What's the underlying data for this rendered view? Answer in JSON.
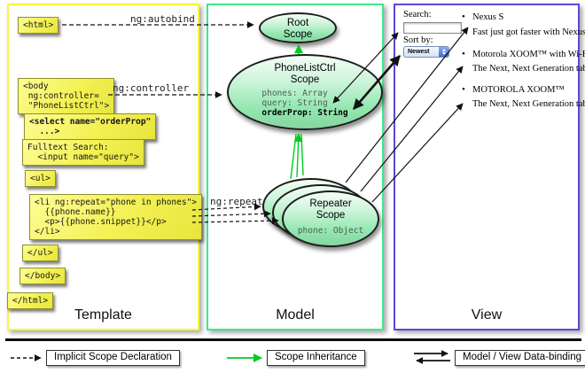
{
  "colors": {
    "template_border": "#f6f63a",
    "model_border": "#3ce98e",
    "view_border": "#5a48d8",
    "code_box_yellow": "#f3f154",
    "scope_fill_green": "#93e7b0",
    "inheritance_arrow_green": "#00cc22"
  },
  "columns": {
    "template_label": "Template",
    "model_label": "Model",
    "view_label": "View"
  },
  "edges": {
    "autobind": "ng:autobind",
    "controller": "ng:controller",
    "repeat": "ng:repeat"
  },
  "template": {
    "html_open": "<html>",
    "body_open": "<body\n ng:controller=\n \"PhoneListCtrl\">",
    "select": "<select name=\"orderProp\"\n  ...>",
    "fulltext": "Fulltext Search:\n  <input name=\"query\">",
    "ul_open": "<ul>",
    "li_repeat": "<li ng:repeat=\"phone in phones\">\n  {{phone.name}}\n  <p>{{phone.snippet}}</p>\n</li>",
    "ul_close": "</ul>",
    "body_close": "</body>",
    "html_close": "</html>"
  },
  "model": {
    "root_scope_title": "Root\nScope",
    "phonelist_title": "PhoneListCtrl\nScope",
    "phonelist_props": [
      "phones: Array",
      "query: String",
      "orderProp: String"
    ],
    "repeater_title": "Repeater\nScope",
    "repeater_prop": "phone: Object"
  },
  "view": {
    "search_label": "Search:",
    "search_value": "",
    "sort_label": "Sort by:",
    "sort_value": "Newest",
    "items": [
      {
        "name": "Nexus S",
        "desc": "Fast just got faster with Nexus S."
      },
      {
        "name": "Motorola XOOM™ with Wi-Fi",
        "desc": "The Next, Next Generation tablet."
      },
      {
        "name": "MOTOROLA XOOM™",
        "desc": "The Next, Next Generation tablet."
      }
    ]
  },
  "legend": {
    "implicit": "Implicit Scope Declaration",
    "inheritance": "Scope Inheritance",
    "binding": "Model / View Data-binding"
  }
}
